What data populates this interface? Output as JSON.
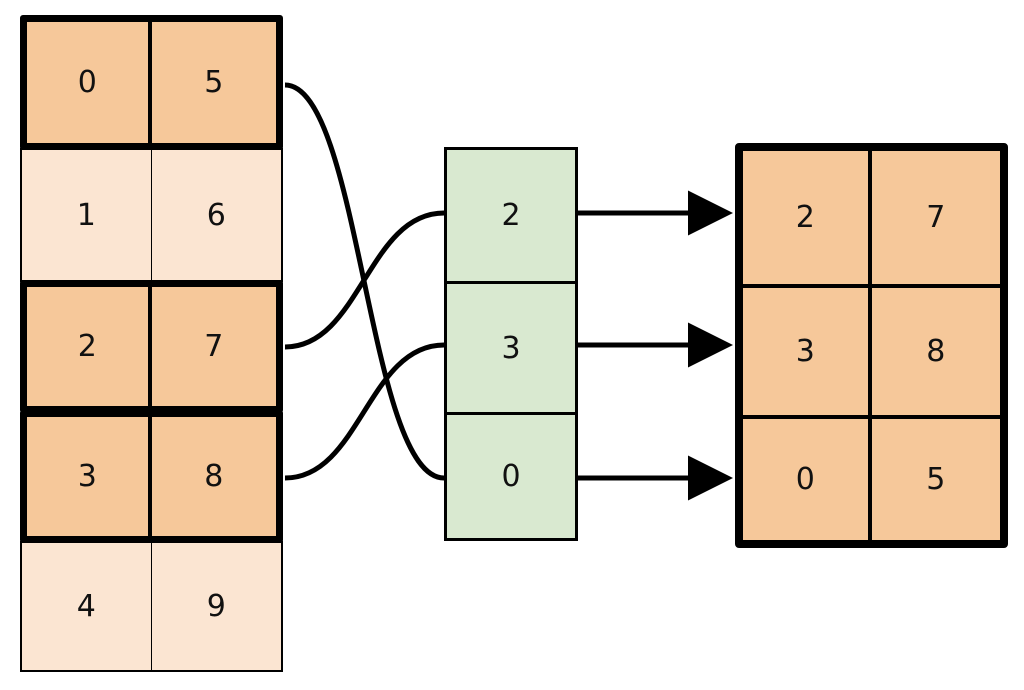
{
  "diagram": {
    "title": "array-fancy-indexing",
    "colors": {
      "highlight_fill": "#F6C89A",
      "plain_fill": "#FBE5D2",
      "index_fill": "#D9E9D0",
      "stroke": "#000000",
      "background": "#FFFFFF"
    }
  },
  "source_table": {
    "name": "source-array",
    "columns": 2,
    "rows": [
      {
        "row_index": 0,
        "cells": [
          "0",
          "5"
        ],
        "highlighted": true
      },
      {
        "row_index": 1,
        "cells": [
          "1",
          "6"
        ],
        "highlighted": false
      },
      {
        "row_index": 2,
        "cells": [
          "2",
          "7"
        ],
        "highlighted": true
      },
      {
        "row_index": 3,
        "cells": [
          "3",
          "8"
        ],
        "highlighted": true
      },
      {
        "row_index": 4,
        "cells": [
          "4",
          "9"
        ],
        "highlighted": false
      }
    ]
  },
  "index_column": {
    "name": "index-vector",
    "cells": [
      "2",
      "3",
      "0"
    ]
  },
  "result_table": {
    "name": "result-array",
    "columns": 2,
    "rows": [
      {
        "row_index": 0,
        "cells": [
          "2",
          "7"
        ]
      },
      {
        "row_index": 1,
        "cells": [
          "3",
          "8"
        ]
      },
      {
        "row_index": 2,
        "cells": [
          "0",
          "5"
        ]
      }
    ]
  },
  "connectors": {
    "curves": [
      {
        "from_source_row": 0,
        "to_index_cell": 2
      },
      {
        "from_source_row": 2,
        "to_index_cell": 0
      },
      {
        "from_source_row": 3,
        "to_index_cell": 1
      }
    ],
    "arrows": [
      {
        "from_index_cell": 0,
        "to_result_row": 0
      },
      {
        "from_index_cell": 1,
        "to_result_row": 1
      },
      {
        "from_index_cell": 2,
        "to_result_row": 2
      }
    ]
  }
}
